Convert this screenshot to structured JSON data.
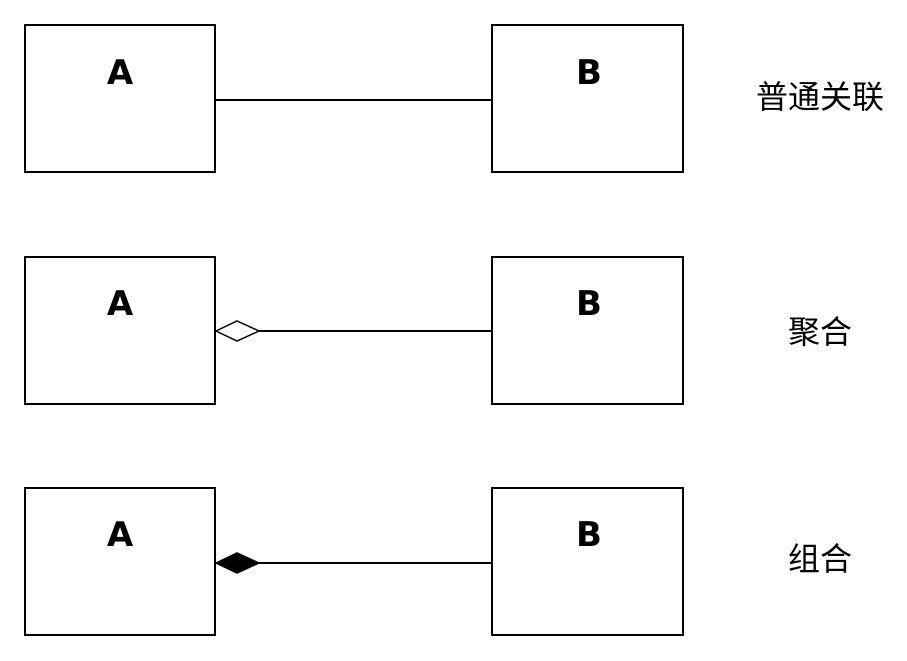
{
  "relationships": [
    {
      "kind": "association",
      "source": "A",
      "target": "B",
      "end_marker": "none",
      "label": "普通关联"
    },
    {
      "kind": "aggregation",
      "source": "A",
      "target": "B",
      "end_marker": "hollow-diamond",
      "label": "聚合"
    },
    {
      "kind": "composition",
      "source": "A",
      "target": "B",
      "end_marker": "filled-diamond",
      "label": "组合"
    }
  ],
  "colors": {
    "stroke": "#000000",
    "background": "#ffffff",
    "filled_diamond": "#000000"
  }
}
